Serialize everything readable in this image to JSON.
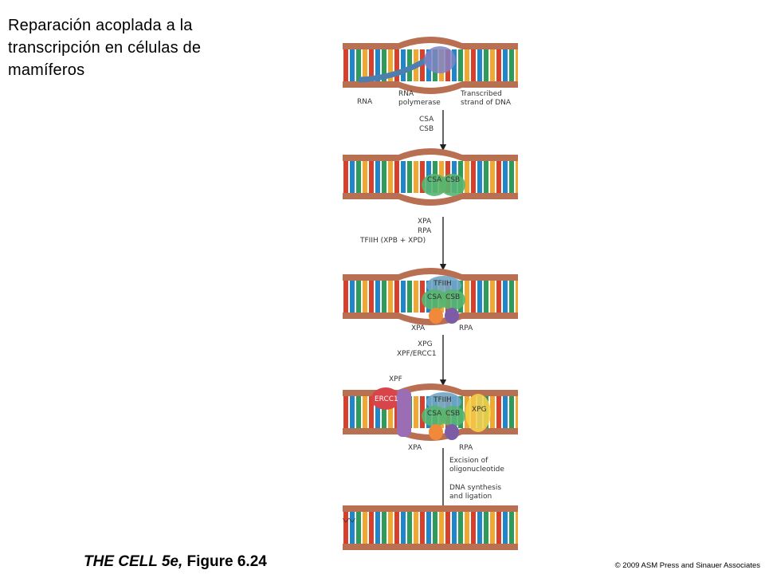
{
  "title": "Reparación acoplada a la transcripción en células de mamíferos",
  "footer": {
    "book": "THE CELL 5e,",
    "figure": " Figure 6.24",
    "copyright": "© 2009 ASM Press and Sinauer Associates"
  },
  "labels": {
    "rna": "RNA",
    "rnapol_1": "RNA",
    "rnapol_2": "polymerase",
    "strand_1": "Transcribed",
    "strand_2": "strand of DNA",
    "csa": "CSA",
    "csb": "CSB",
    "xpa": "XPA",
    "rpa": "RPA",
    "tfiih": "TFIIH",
    "tfiih_long": "TFIIH (XPB + XPD)",
    "xpg": "XPG",
    "xpf_ercc1": "XPF/ERCC1",
    "xpf": "XPF",
    "ercc1": "ERCC1",
    "excision_1": "Excision of",
    "excision_2": "oligonucleotide",
    "synthesis_1": "DNA synthesis",
    "synthesis_2": "and ligation"
  },
  "colors": {
    "backbone": "#b96f52",
    "base_palette": [
      "#d9402c",
      "#1f86c8",
      "#2e9b5a",
      "#f0a830"
    ],
    "csa_csb": "#58b56f",
    "tfiih": "#6fa6c7",
    "xpa": "#f08a3a",
    "rpa": "#7d5ca6",
    "ercc1": "#d9434a",
    "xpf": "#9b6db5",
    "xpg": "#f4d04a"
  }
}
